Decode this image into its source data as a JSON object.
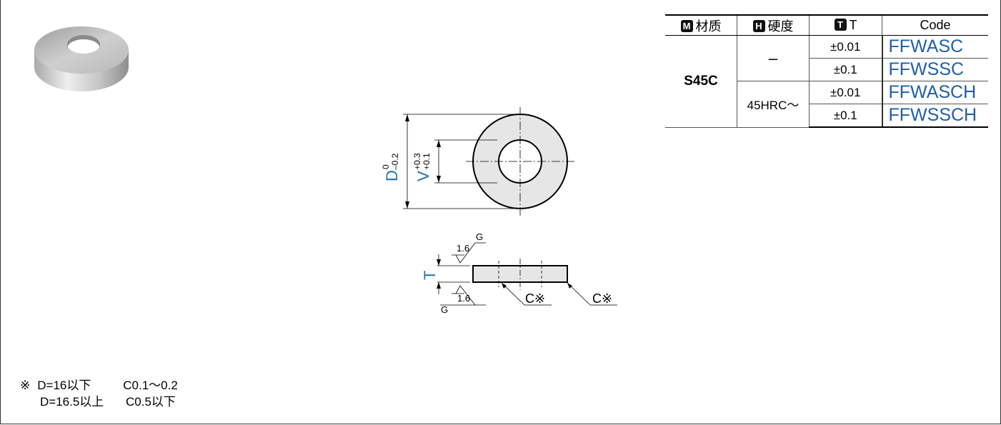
{
  "table": {
    "headers": [
      {
        "badge": "M",
        "label": "材质"
      },
      {
        "badge": "H",
        "label": "硬度"
      },
      {
        "badge": "T",
        "label": "T"
      },
      {
        "badge": "",
        "label": "Code"
      }
    ],
    "material": "S45C",
    "hardness": [
      "–",
      "45HRC～"
    ],
    "tolerances": [
      "±0.01",
      "±0.1",
      "±0.01",
      "±0.1"
    ],
    "codes": [
      "FFWASC",
      "FFWSSC",
      "FFWASCH",
      "FFWSSCH"
    ]
  },
  "drawing": {
    "d_label": "D",
    "d_tol_upper": "0",
    "d_tol_lower": "–0.2",
    "v_label": "V",
    "v_tol_upper": "+0.3",
    "v_tol_lower": "+0.1",
    "t_label": "T",
    "roughness_top": "1.6",
    "roughness_bottom": "1.6",
    "grind_top": "G",
    "grind_bottom": "G",
    "chamfer_left": "C※",
    "chamfer_right": "C※"
  },
  "notes": {
    "mark": "※",
    "line1_cond": "D=16以下",
    "line1_value": "C0.1～0.2",
    "line2_cond": "D=16.5以上",
    "line2_value": "C0.5以下"
  },
  "colors": {
    "accent": "#1f5fa8",
    "dimension_blue": "#1a73b8",
    "part_fill": "#e6e6e6"
  }
}
